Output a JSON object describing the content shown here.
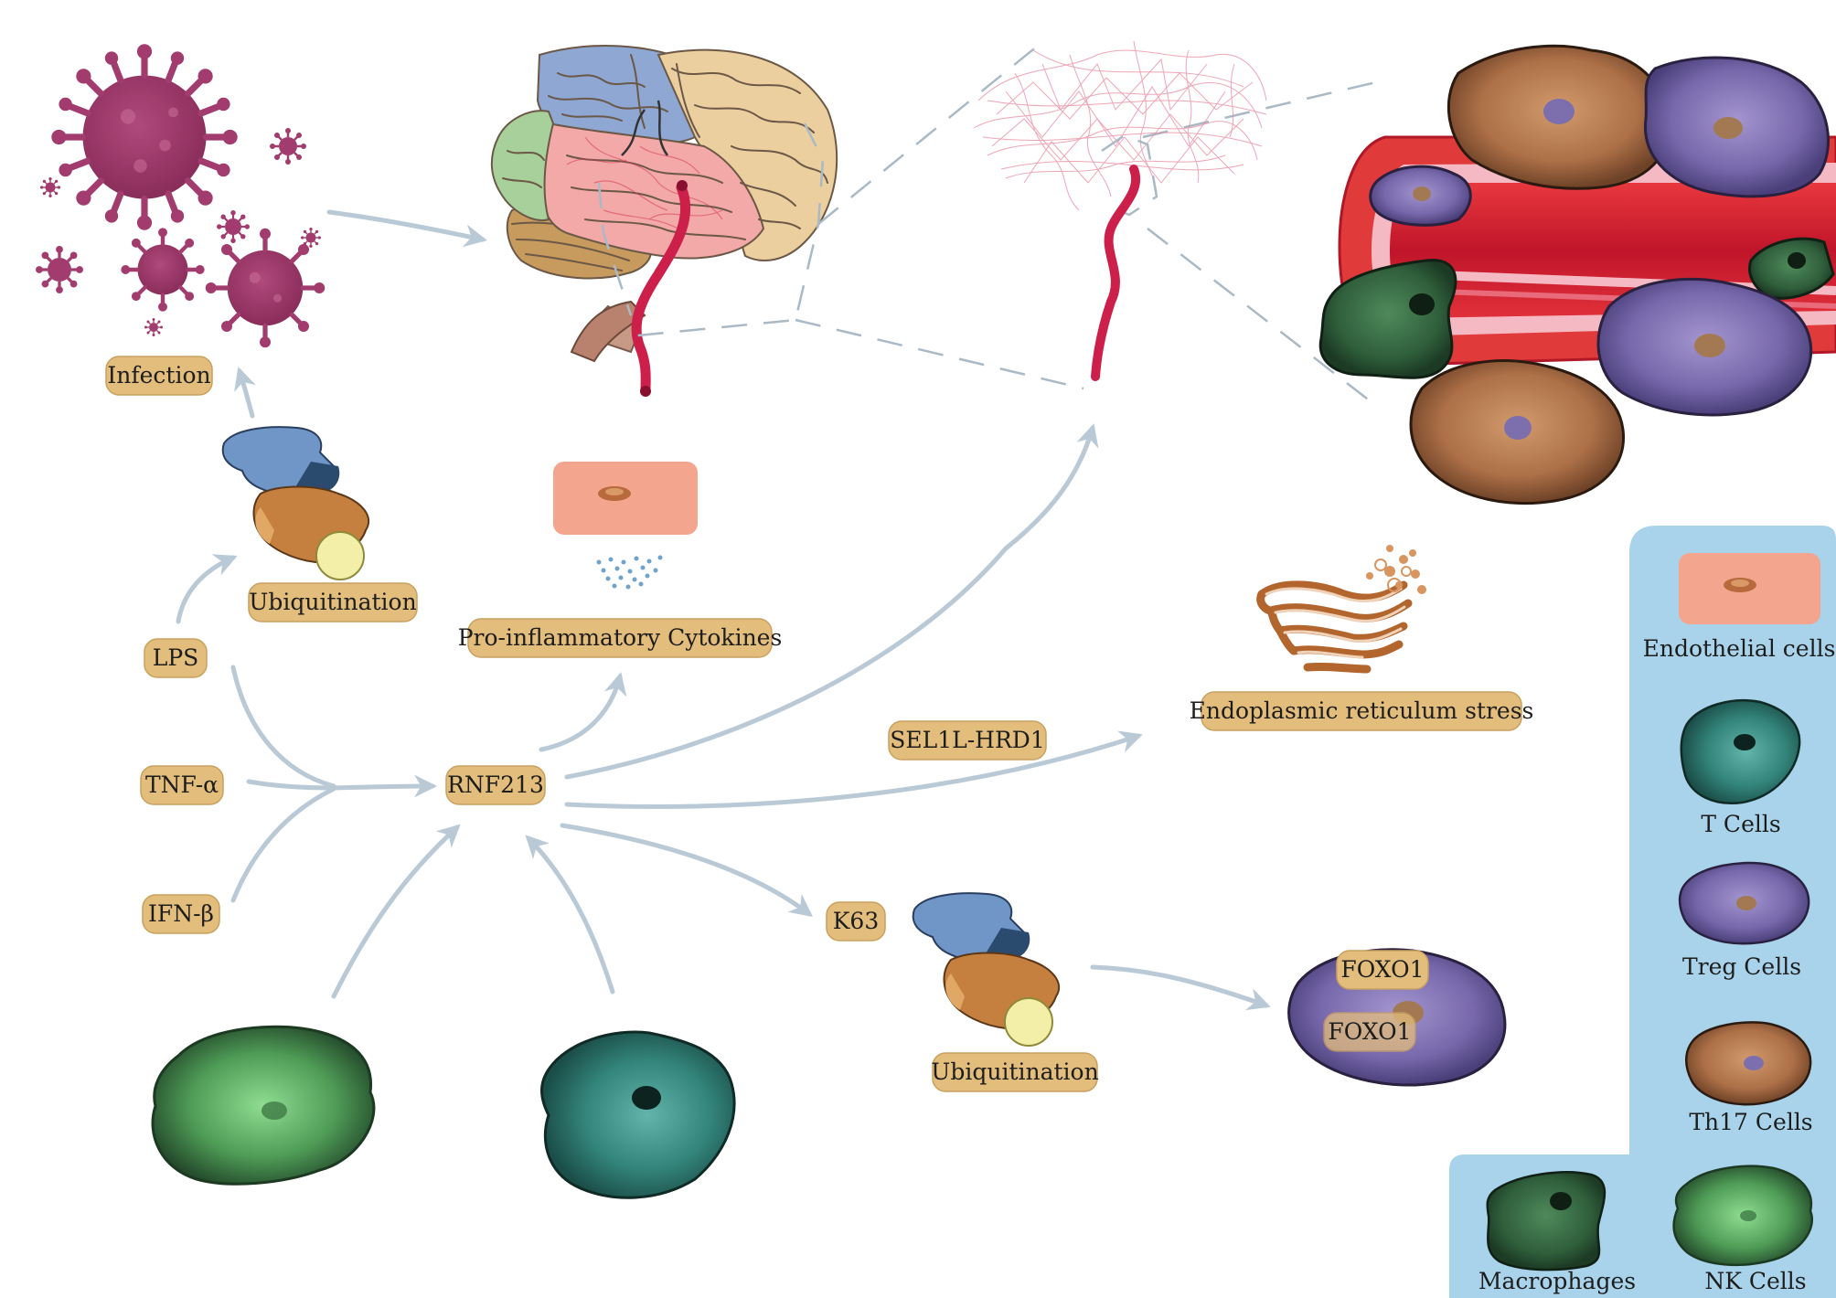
{
  "labels": {
    "infection": "Infection",
    "ubiquitination_top": "Ubiquitination",
    "lps": "LPS",
    "tnf": "TNF-α",
    "ifn": "IFN-β",
    "rnf213": "RNF213",
    "cytokines": "Pro-inflammatory Cytokines",
    "sel1l": "SEL1L-HRD1",
    "er_stress": "Endoplasmic reticulum stress",
    "k63": "K63",
    "ubiquitination_bottom": "Ubiquitination",
    "foxo1_a": "FOXO1",
    "foxo1_b": "FOXO1"
  },
  "legend": {
    "items": [
      {
        "label": "Endothelial cells",
        "icon": "endothelial-cell-icon"
      },
      {
        "label": "T Cells",
        "icon": "t-cell-icon"
      },
      {
        "label": "Treg Cells",
        "icon": "treg-cell-icon"
      },
      {
        "label": "Th17 Cells",
        "icon": "th17-cell-icon"
      },
      {
        "label": "Macrophages",
        "icon": "macrophage-icon"
      },
      {
        "label": "NK Cells",
        "icon": "nk-cell-icon"
      }
    ]
  },
  "colors": {
    "virus": "#a23c6e",
    "vessel": "#cc1f4a",
    "arrow": "#b9c9d6",
    "label_fill": "#e3bd7c",
    "legend_bg": "#a9d3ea",
    "endothelial": "#f3a58e",
    "t_cell": "#2f8379",
    "treg": "#7d6fae",
    "th17": "#b5774a",
    "macrophage": "#2f5e3b",
    "nk_cell": "#5fae68"
  }
}
